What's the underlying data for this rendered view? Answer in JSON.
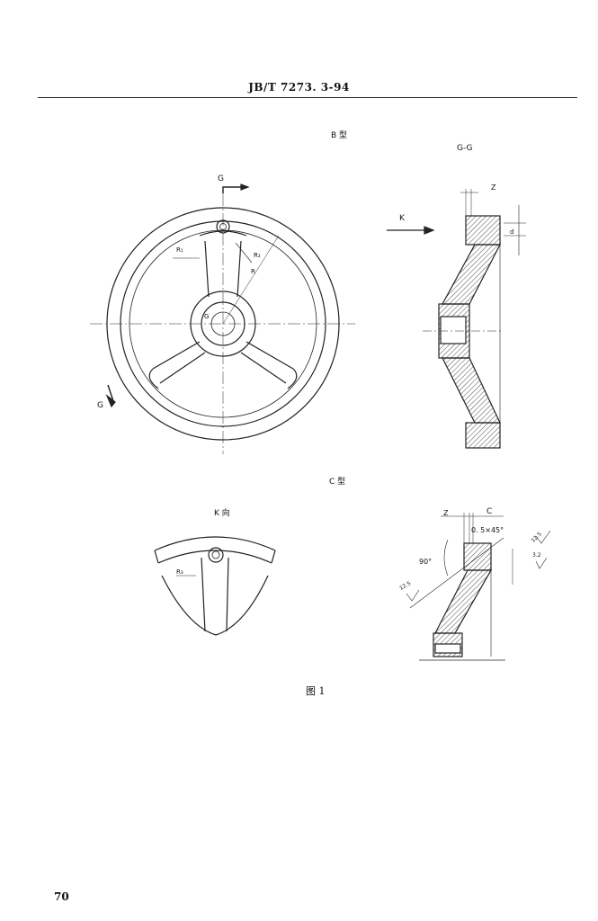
{
  "header": {
    "standard": "JB/T 7273. 3-94"
  },
  "labels": {
    "type_b": "B 型",
    "type_c": "C 型",
    "section_gg": "G-G",
    "view_k": "K 向",
    "section_mark_top": "G",
    "section_mark_bottom": "G",
    "view_arrow_k": "K",
    "dim_z_top": "Z",
    "dim_z_bottom": "Z",
    "dim_c": "C",
    "chamfer": "0. 5×45°",
    "angle": "90°",
    "roughness_1": "12.5",
    "roughness_2": "3.2",
    "roughness_3": "12.5",
    "radius_r1": "R₁",
    "radius_r2": "R₂",
    "radius_r3": "R₃",
    "radius_r": "R",
    "hub_g": "G",
    "dim_d": "d"
  },
  "caption": "图 1",
  "page_number": "70"
}
